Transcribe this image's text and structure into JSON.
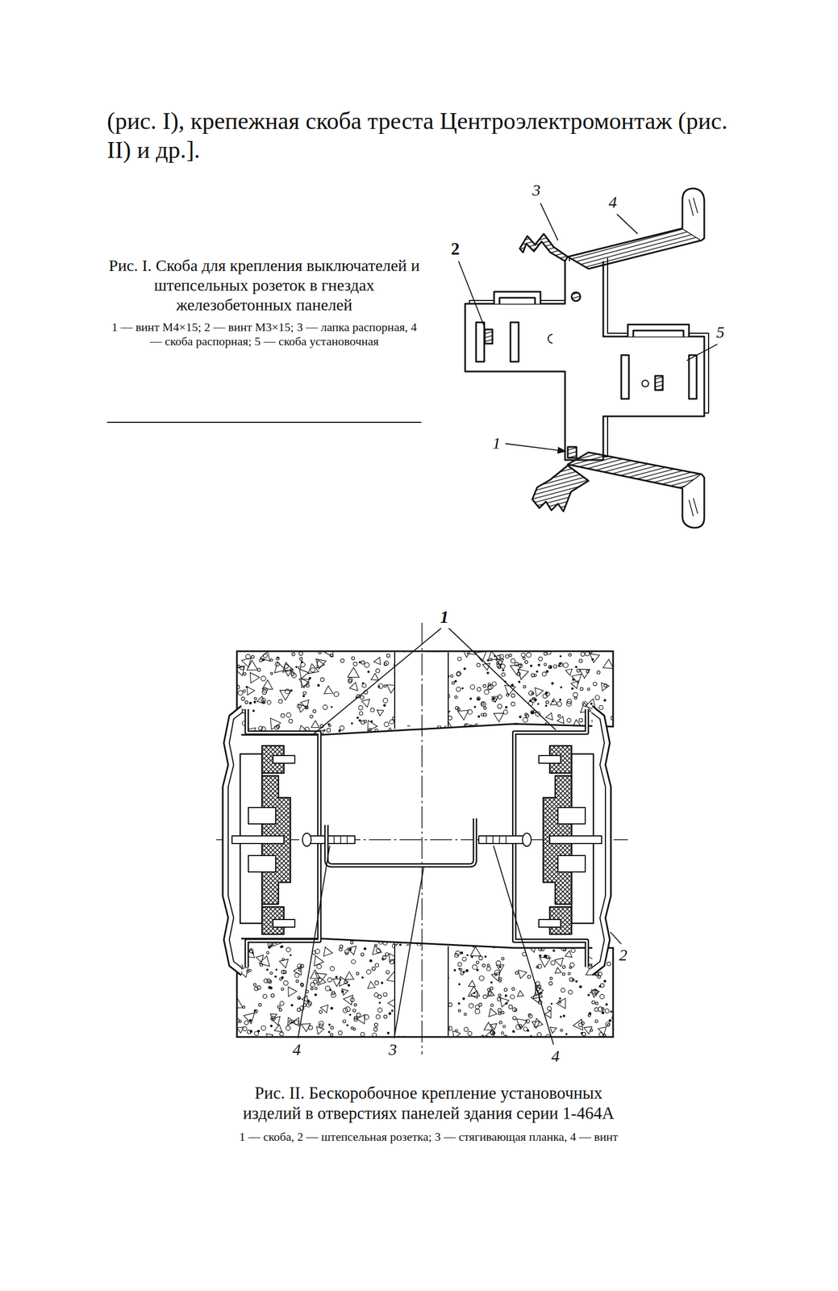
{
  "diagram": {
    "labels": [
      "(рис. I), крепежная скоба треста Центроэлектромонтаж (рис. II) и др.].",
      "Рис. I. Скоба для крепления выключателей и штепсельных розеток в гнездах железобетонных панелей",
      "1 — винт М4×15; 2 — винт М3×15; 3 — лапка распорная, 4 — скоба распорная; 5 — скоба установочная",
      "3",
      "4",
      "2",
      "5",
      "1",
      "1",
      "2",
      "4",
      "3",
      "4",
      "Рис. II. Бескоробочное крепление установочных изделий в отверстиях панелей здания серии 1-464А",
      "1 — скоба, 2 — штепсельная розетка; 3 — стягивающая планка, 4 — винт"
    ]
  }
}
